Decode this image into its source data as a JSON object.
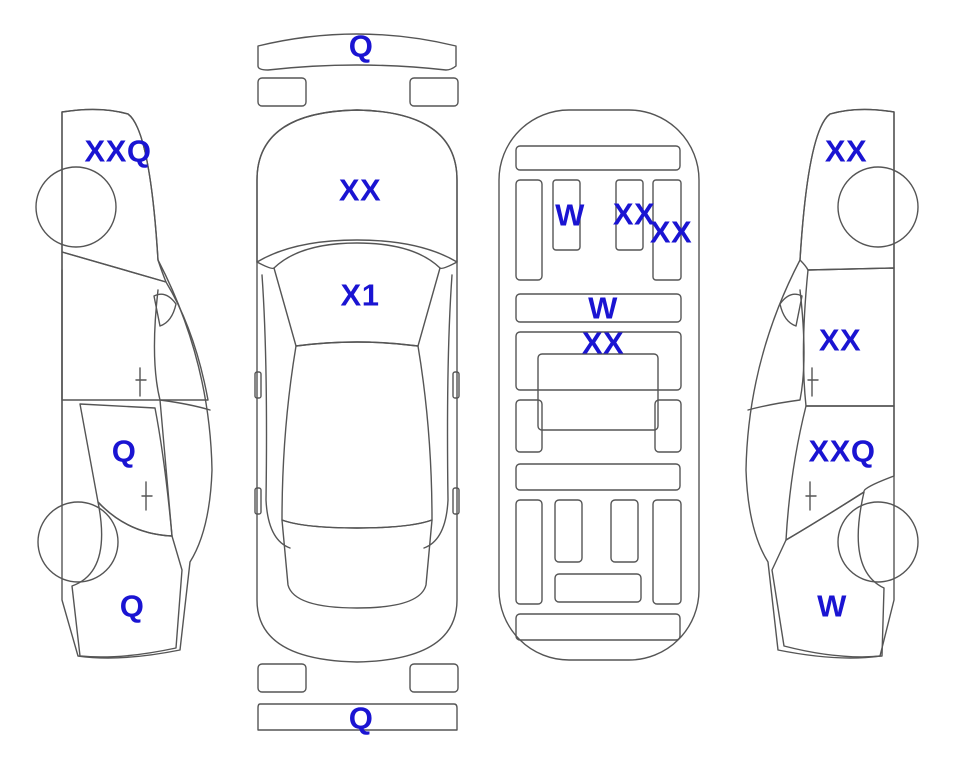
{
  "colors": {
    "damage_orange": "#F5A52A",
    "damage_blue": "#DFF4FB",
    "outline": "#555555",
    "label": "#1A14D2",
    "background": "#FFFFFF"
  },
  "front_bumper": {
    "code": "Q",
    "fill": "orange"
  },
  "rear_bumper": {
    "code": "Q",
    "fill": "orange"
  },
  "left_side": {
    "rear_quarter": {
      "code": "XXQ",
      "fill": "blue"
    },
    "front_door": {
      "code": "Q",
      "fill": "orange"
    },
    "front_fender": {
      "code": "Q",
      "fill": "orange"
    }
  },
  "top_view": {
    "roof": {
      "code": "XX",
      "fill": "blue"
    },
    "hood": {
      "code": "X1",
      "fill": "orange"
    }
  },
  "interior": {
    "rear_seat_part": {
      "code": "W",
      "fill": "orange"
    },
    "rear_seat_center": {
      "code": "XX",
      "fill": "blue"
    },
    "rear_seat_right": {
      "code": "XX",
      "fill": "blue"
    },
    "floor_bar": {
      "code": "W",
      "fill": "orange"
    },
    "dashboard": {
      "code": "XX",
      "fill": "blue"
    }
  },
  "right_side": {
    "rear_quarter": {
      "code": "XX",
      "fill": "blue"
    },
    "rear_door": {
      "code": "XX",
      "fill": "blue"
    },
    "front_door": {
      "code": "XXQ",
      "fill": "blue"
    },
    "front_fender": {
      "code": "W",
      "fill": "orange"
    }
  }
}
